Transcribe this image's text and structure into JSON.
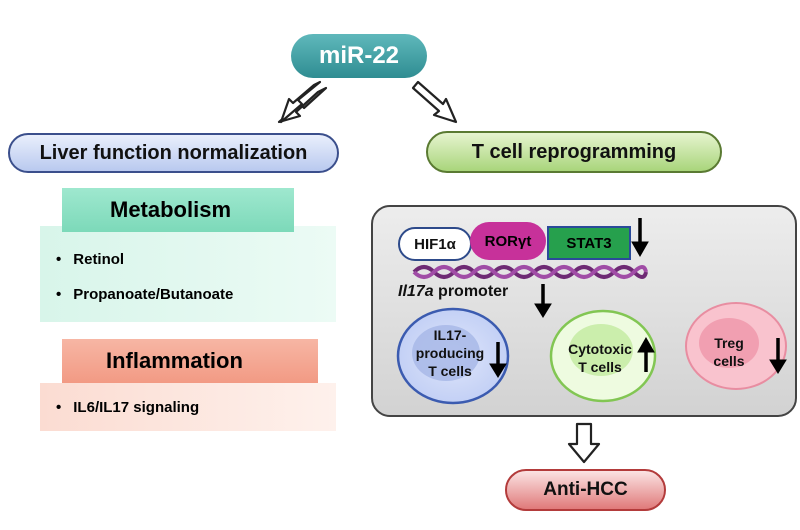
{
  "top": {
    "label": "miR-22"
  },
  "left": {
    "header": "Liver function normalization",
    "metabolism": {
      "label": "Metabolism",
      "items": [
        "Retinol",
        "Propanoate/Butanoate"
      ]
    },
    "inflammation": {
      "label": "Inflammation",
      "items": [
        "IL6/IL17 signaling"
      ]
    }
  },
  "right": {
    "header": "T cell reprogramming",
    "factors": {
      "hif1a": "HIF1α",
      "rorgt": "RORγt",
      "stat3": "STAT3"
    },
    "promoter": {
      "gene": "Il17a",
      "suffix": " promoter"
    },
    "cells": {
      "il17": {
        "line1": "IL17-",
        "line2": "producing",
        "line3": "T cells"
      },
      "cytotoxic": {
        "line1": "Cytotoxic",
        "line2": "T cells"
      },
      "treg": {
        "line1": "Treg",
        "line2": "cells"
      }
    }
  },
  "outcome": {
    "label": "Anti-HCC"
  }
}
